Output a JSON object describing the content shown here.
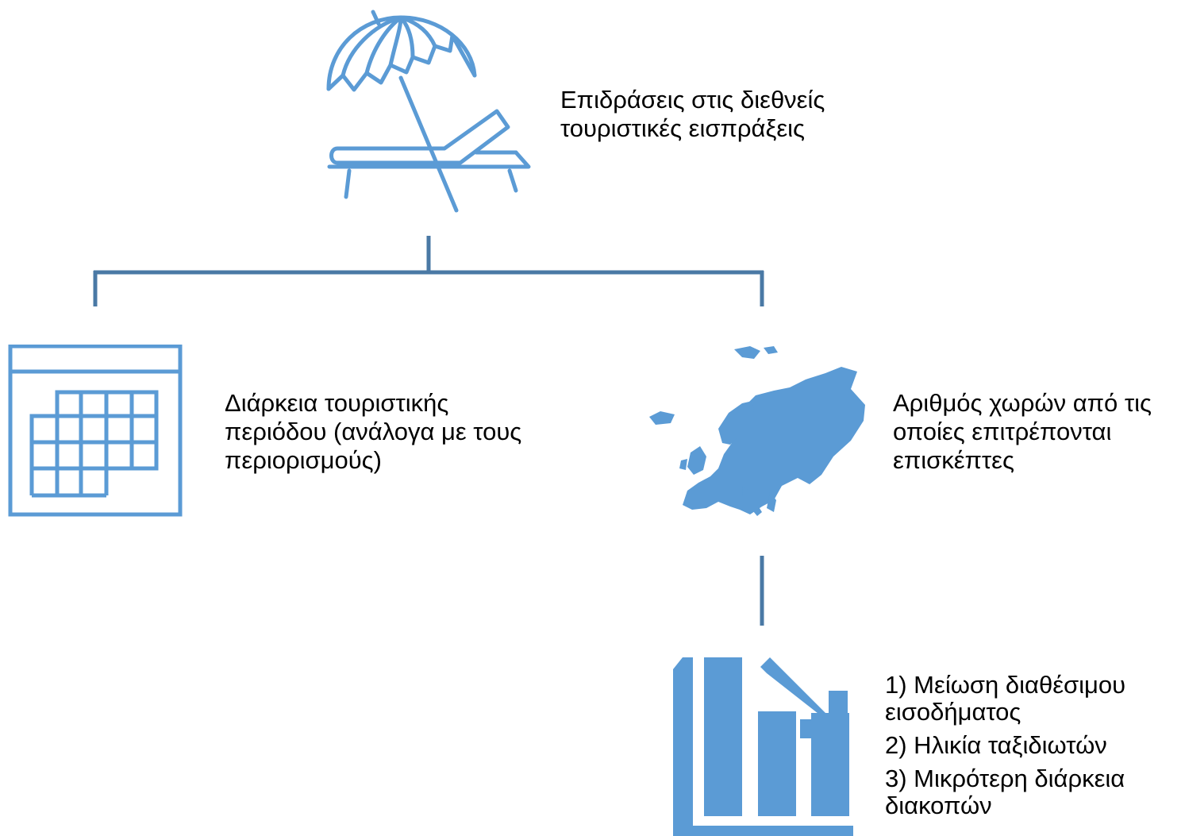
{
  "colors": {
    "icon_blue": "#5b9bd5",
    "connector": "#4a79a5",
    "text": "#000000"
  },
  "top_node": {
    "icon": "beach-umbrella-lounger-icon",
    "label_lines": [
      "Επιδράσεις στις διεθνείς",
      "τουριστικές εισπράξεις"
    ]
  },
  "left_node": {
    "icon": "calendar-icon",
    "label_lines": [
      "Διάρκεια τουριστικής",
      "περιόδου (ανάλογα με τους",
      "περιορισμούς)"
    ]
  },
  "right_node": {
    "icon": "europe-map-icon",
    "label_lines": [
      "Αριθμός χωρών από τις",
      "οποίες επιτρέπονται",
      "επισκέπτες"
    ]
  },
  "bottom_node": {
    "icon": "declining-bar-chart-icon",
    "items": [
      [
        "1) Μείωση διαθέσιμου",
        "εισοδήματος"
      ],
      [
        "2) Ηλικία ταξιδιωτών"
      ],
      [
        "3) Μικρότερη διάρκεια",
        "διακοπών"
      ]
    ]
  }
}
